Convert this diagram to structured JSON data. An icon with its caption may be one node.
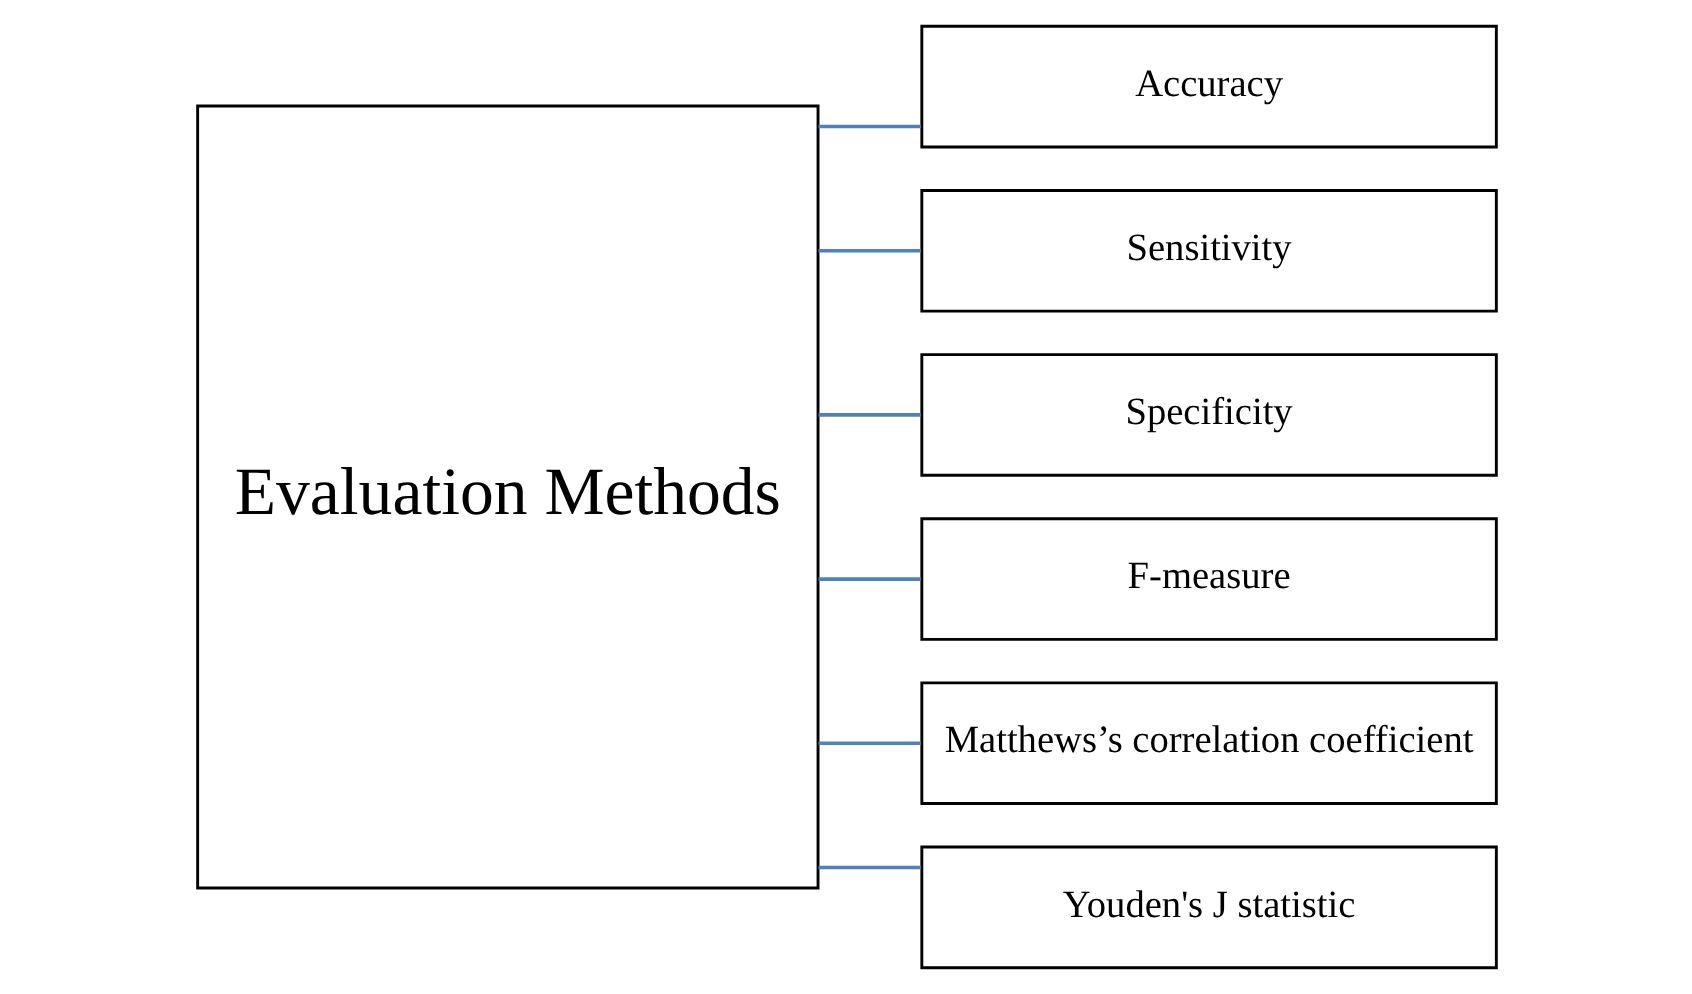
{
  "diagram": {
    "nodes": [
      {
        "text": [
          "Evaluation Methods"
        ]
      },
      {
        "text": [
          "Accuracy"
        ]
      },
      {
        "text": [
          "Sensitivity"
        ]
      },
      {
        "text": [
          "Specificity"
        ]
      },
      {
        "text": [
          "F-measure"
        ]
      },
      {
        "text": [
          "Matthews’s correlation coefficient"
        ]
      },
      {
        "text": [
          "Youden's J statistic"
        ]
      }
    ],
    "edges": [
      {
        "from": 0,
        "to": 1,
        "arrow": "none"
      },
      {
        "from": 0,
        "to": 2,
        "arrow": "none"
      },
      {
        "from": 0,
        "to": 3,
        "arrow": "none"
      },
      {
        "from": 0,
        "to": 4,
        "arrow": "none"
      },
      {
        "from": 0,
        "to": 5,
        "arrow": "none"
      },
      {
        "from": 0,
        "to": 6,
        "arrow": "none"
      }
    ]
  }
}
